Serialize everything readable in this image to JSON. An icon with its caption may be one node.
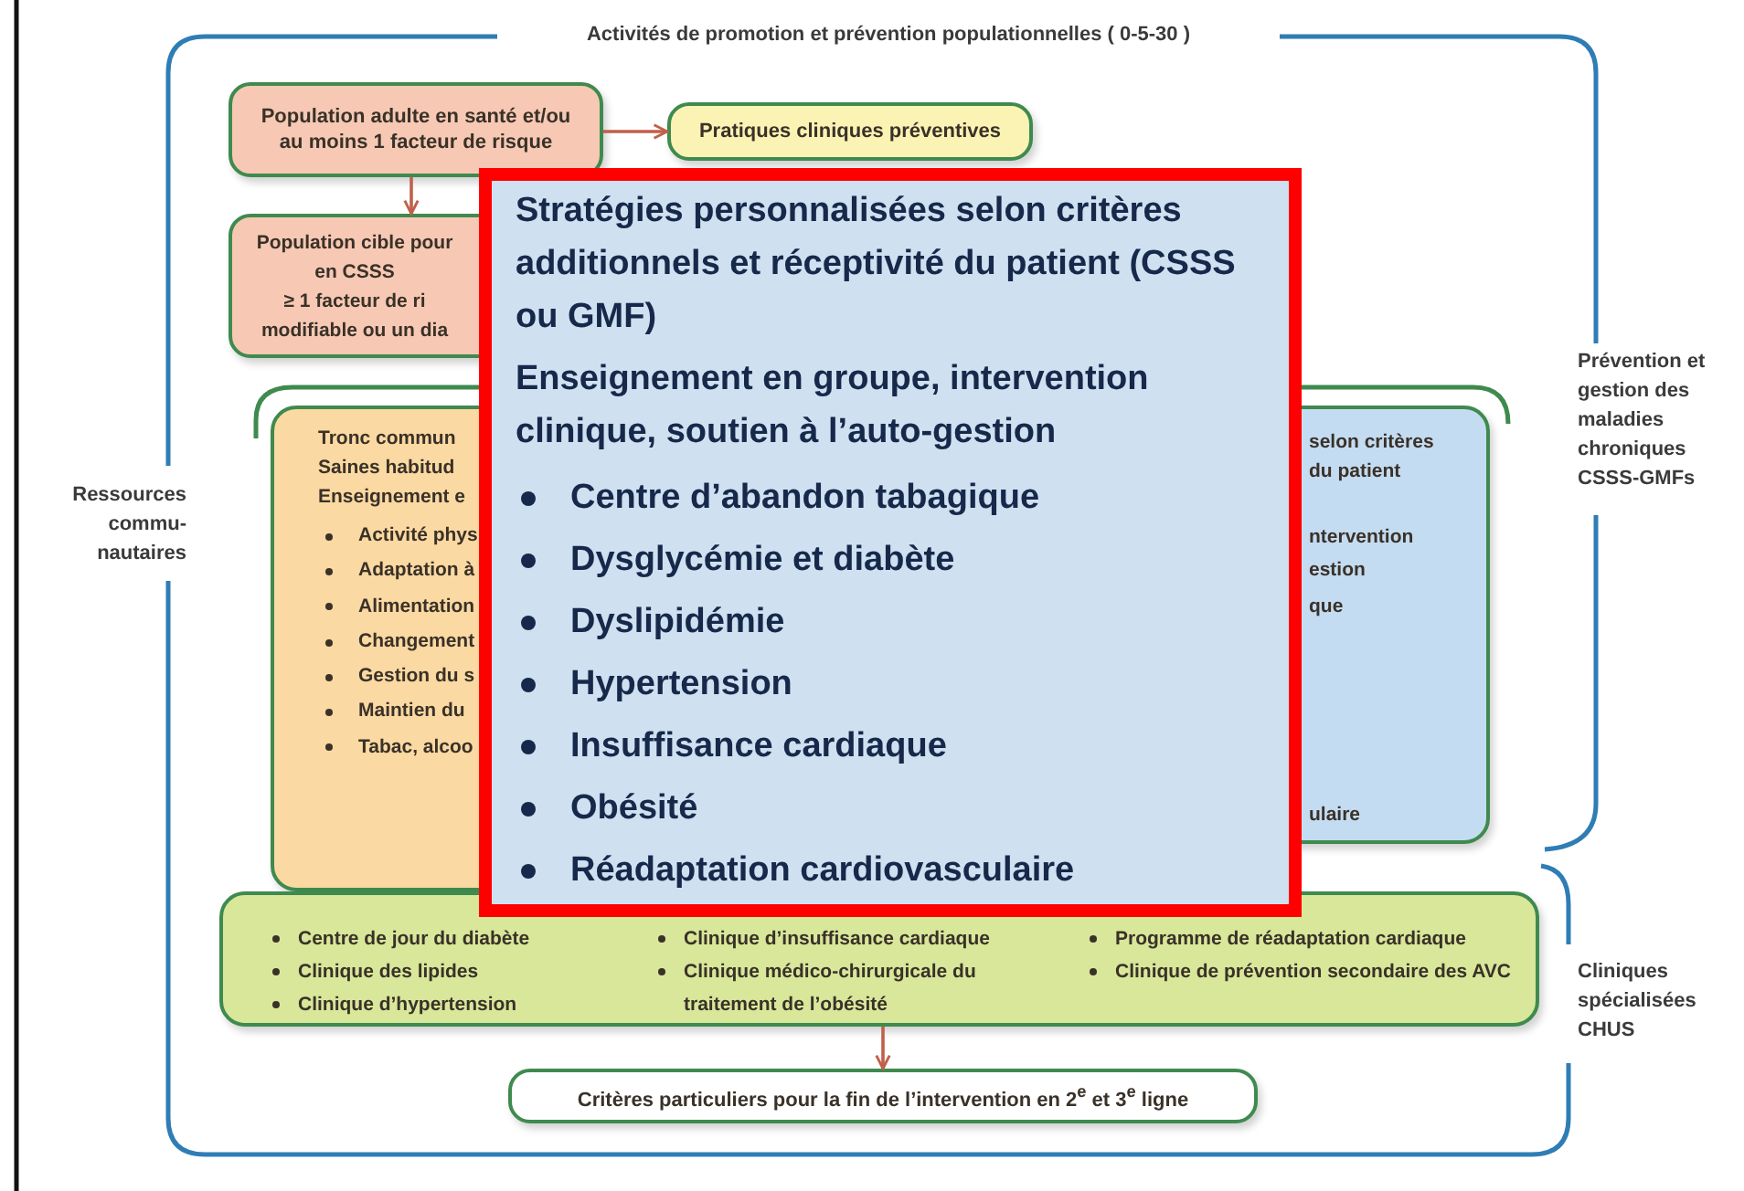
{
  "diagram": {
    "nodes": [
      {
        "text": [
          "Population adulte en santé et/ou au moins 1 facteur de risque"
        ]
      },
      {
        "text": [
          "Pratiques cliniques préventives"
        ]
      },
      {
        "text": [
          "Population cible pour",
          "en CSSS",
          "≥ 1 facteur de ri",
          "modifiable ou un dia"
        ]
      },
      {
        "text": [
          "Tronc commun",
          "Saines habitud",
          "Enseignement e",
          "Activité phys",
          "Adaptation à",
          "Alimentation",
          "Changement",
          "Gestion du s",
          "Maintien du",
          "Tabac, alcoo"
        ]
      },
      {
        "text": [
          "selon critères",
          "du patient",
          "ntervention",
          "estion",
          "que",
          "ulaire"
        ]
      },
      {
        "text": [
          "Stratégies personnalisées selon critères additionnels et réceptivité du patient (CSSS ou GMF)",
          "Enseignement en groupe, intervention clinique, soutien à l’auto-gestion",
          "Centre d’abandon tabagique",
          "Dysglycémie et diabète",
          "Dyslipidémie",
          "Hypertension",
          "Insuffisance cardiaque",
          "Obésité",
          "Réadaptation cardiovasculaire"
        ]
      },
      {
        "text": [
          "Centre de jour du diabète",
          "Clinique des lipides",
          "Clinique d’hypertension",
          "Clinique d’insuffisance cardiaque",
          "Clinique médico-chirurgicale du traitement de l’obésité",
          "Programme de réadaptation cardiaque",
          "Clinique de prévention secondaire des AVC"
        ]
      },
      {
        "text": [
          "Critères particuliers pour la fin de l’intervention en 2$^{e}$ et 3$^{e}$ ligne"
        ]
      }
    ],
    "edges": [
      {
        "from": 0,
        "to": 1,
        "arrow": "to"
      },
      {
        "from": 0,
        "to": 2,
        "arrow": "to"
      },
      {
        "from": 6,
        "to": 7,
        "arrow": "to"
      }
    ],
    "labels": [
      "Activités de promotion et prévention populationnelles ( 0-5-30 )",
      "Ressources commu-nautaires",
      "Prévention et gestion des maladies chroniques CSSS-GMFs",
      "Cliniques spécialisées CHUS"
    ]
  }
}
